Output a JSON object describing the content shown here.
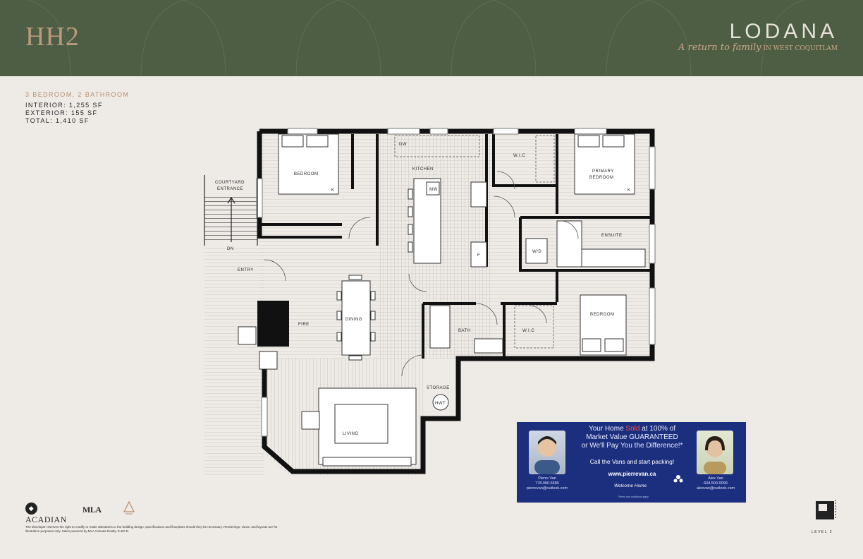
{
  "header": {
    "unit_code": "HH2",
    "brand": "LODANA",
    "tagline_script": "A return to family",
    "tagline_suffix": "IN WEST COQUITLAM"
  },
  "specs": {
    "type": "3 BEDROOM, 2 BATHROOM",
    "interior": "INTERIOR: 1,255 SF",
    "exterior": "EXTERIOR: 155 SF",
    "total": "TOTAL: 1,410 SF"
  },
  "plan_labels": {
    "courtyard": "COURTYARD",
    "entrance": "ENTRANCE",
    "dn": "DN",
    "entry": "ENTRY",
    "bedroom1": "BEDROOM",
    "kitchen": "KITCHEN",
    "dw": "DW",
    "mw": "MW",
    "f": "F",
    "wic1": "W.I.C",
    "primary1": "PRIMARY",
    "primary2": "BEDROOM",
    "ensuite": "ENSUITE",
    "wd": "W/D",
    "dining": "DINING",
    "fire": "FIRE",
    "bath": "BATH",
    "wic2": "W.I.C",
    "bedroom2": "BEDROOM",
    "storage": "STORAGE",
    "hwt": "HWT",
    "living": "LIVING",
    "k1": "K",
    "k2": "K"
  },
  "ad": {
    "headline_a": "Your Home ",
    "headline_sold": "Sold",
    "headline_b": " at 100% of",
    "headline_2": "Market Value GUARANTEED",
    "headline_3": "or We'll Pay You the Difference!*",
    "cta": "Call the Vans and start packing!",
    "url": "www.pierrevan.ca",
    "agent1_name": "Pierre Van",
    "agent1_phone": "778.990.6680",
    "agent1_email": "pierrevan@outlook.com",
    "agent2_name": "Alex Van",
    "agent2_phone": "604.500.0099",
    "agent2_email": "alexvan@outlook.com",
    "welcome": "Welcome Home",
    "fine": "*Terms and conditions apply"
  },
  "footer": {
    "acadian": "ACADIAN",
    "mla": "MLA",
    "disclaimer": "The developer reserves the right to modify or make alterations to the building design, specifications and floorplans should they be necessary. Renderings, views, and layouts are for illustration purposes only. Sales powered by MLA Canada Realty. E.&O.E.",
    "level": "LEVEL 2"
  },
  "colors": {
    "header_bg": "#4d5e45",
    "accent": "#b89a7c",
    "ad_bg": "#1c2f7e",
    "sold": "#ff4a4a"
  }
}
